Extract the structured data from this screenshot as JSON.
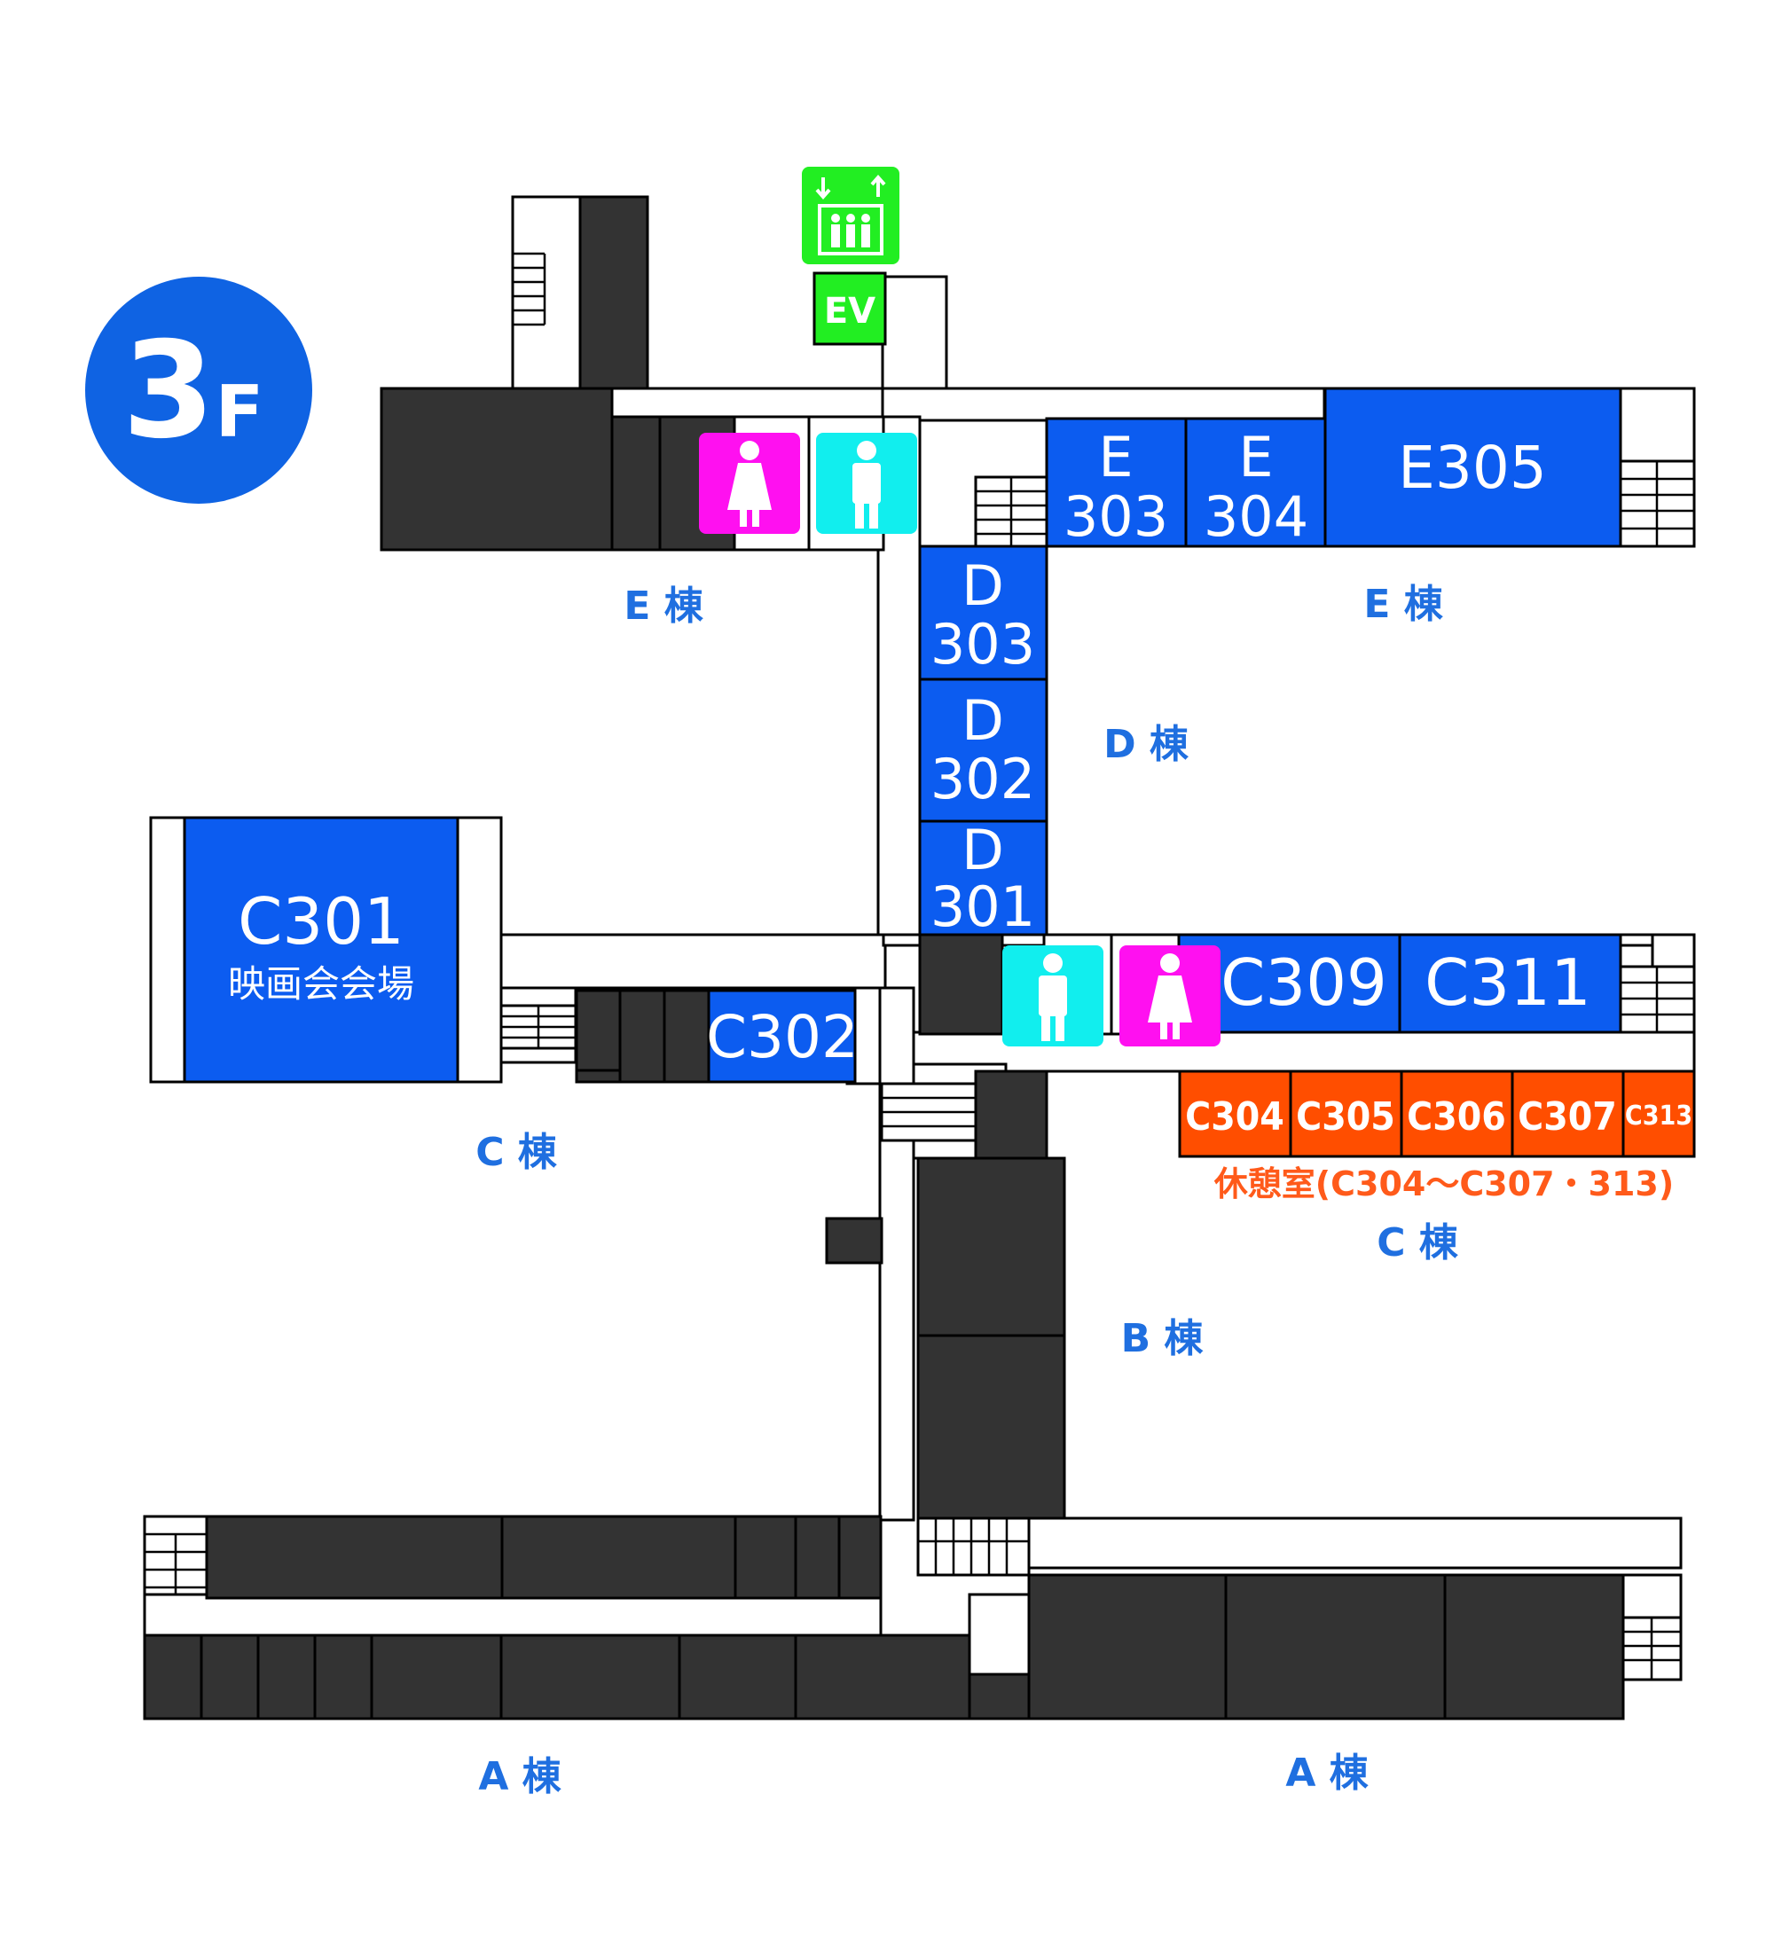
{
  "floor": {
    "number": "3",
    "unit": "F"
  },
  "elevator": {
    "label": "EV",
    "icon": "elevator-icon"
  },
  "rooms": {
    "E303": [
      "E",
      "303"
    ],
    "E304": [
      "E",
      "304"
    ],
    "E305": "E305",
    "D303": [
      "D",
      "303"
    ],
    "D302": [
      "D",
      "302"
    ],
    "D301": [
      "D",
      "301"
    ],
    "C301": {
      "name": "C301",
      "sub": "映画会会場"
    },
    "C302": "C302",
    "C309": "C309",
    "C311": "C311"
  },
  "rest_rooms": [
    "C304",
    "C305",
    "C306",
    "C307",
    "C313"
  ],
  "rest_caption": "休憩室(C304〜C307・313)",
  "building_labels": {
    "e_west": "E 棟",
    "e_east": "E 棟",
    "d": "D 棟",
    "c_west": "C 棟",
    "c_east": "C 棟",
    "b": "B 棟",
    "a_west": "A 棟",
    "a_east": "A 棟"
  },
  "colors": {
    "room": "#0c5cf0",
    "rest_area": "#ff4e00",
    "elevator": "#22ee22",
    "restroom_women": "#ff10f0",
    "restroom_men": "#11eeee",
    "dark_block": "#333333",
    "floor_badge": "#0f63e3"
  },
  "icons": [
    "restroom-women-icon",
    "restroom-men-icon",
    "elevator-icon"
  ]
}
